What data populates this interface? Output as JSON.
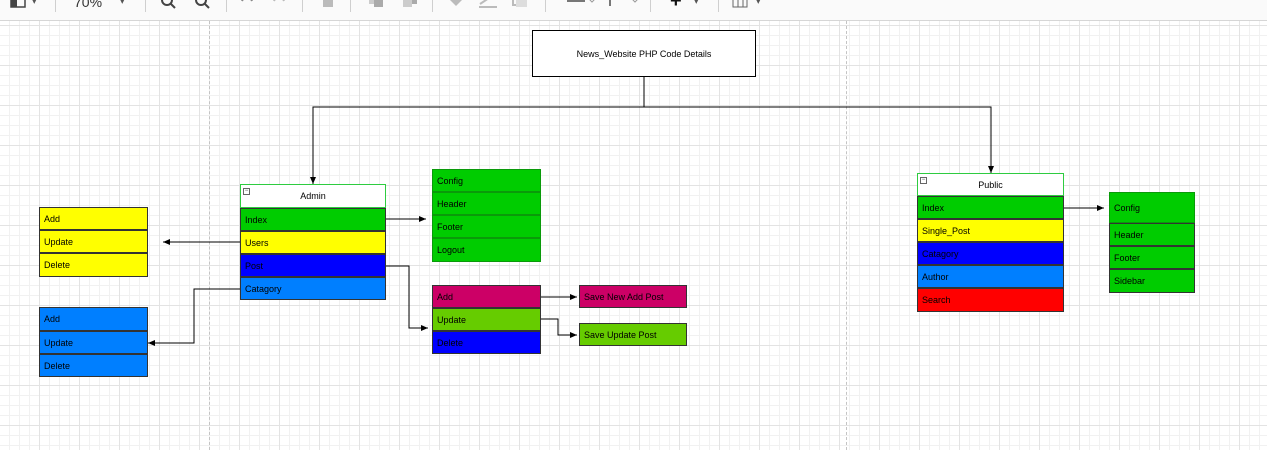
{
  "toolbar": {
    "zoom": "70%",
    "icons": [
      "format-panel-icon",
      "chevron-down-icon",
      "chevron-down-icon",
      "zoom-in-icon",
      "zoom-out-icon",
      "undo-icon",
      "redo-icon",
      "delete-icon",
      "to-front-icon",
      "to-back-icon",
      "fill-color-icon",
      "line-color-icon",
      "shadow-icon",
      "connection-icon",
      "waypoints-icon",
      "insert-plus-icon",
      "table-icon"
    ]
  },
  "diagram": {
    "title": "News_Website PHP Code Details",
    "admin": {
      "header": "Admin",
      "items": [
        "Index",
        "Users",
        "Post",
        "Catagory"
      ]
    },
    "admin_config": [
      "Config",
      "Header",
      "Footer",
      "Logout"
    ],
    "users_actions": [
      "Add",
      "Update",
      "Delete"
    ],
    "category_actions": [
      "Add",
      "Update",
      "Delete"
    ],
    "post_actions": [
      "Add",
      "Update",
      "Delete"
    ],
    "save_new": "Save New Add Post",
    "save_update": "Save Update Post",
    "public": {
      "header": "Public",
      "items": [
        "Index",
        "Single_Post",
        "Catagory",
        "Author",
        "Search"
      ]
    },
    "public_config": [
      "Config",
      "Header",
      "Footer",
      "Sidebar"
    ]
  },
  "colors": {
    "green": "#00cc00",
    "yellow": "#ffff00",
    "blue": "#0000ff",
    "sky": "#007fff",
    "magenta": "#cc0066",
    "lime": "#66cc00",
    "red": "#ff0000"
  }
}
